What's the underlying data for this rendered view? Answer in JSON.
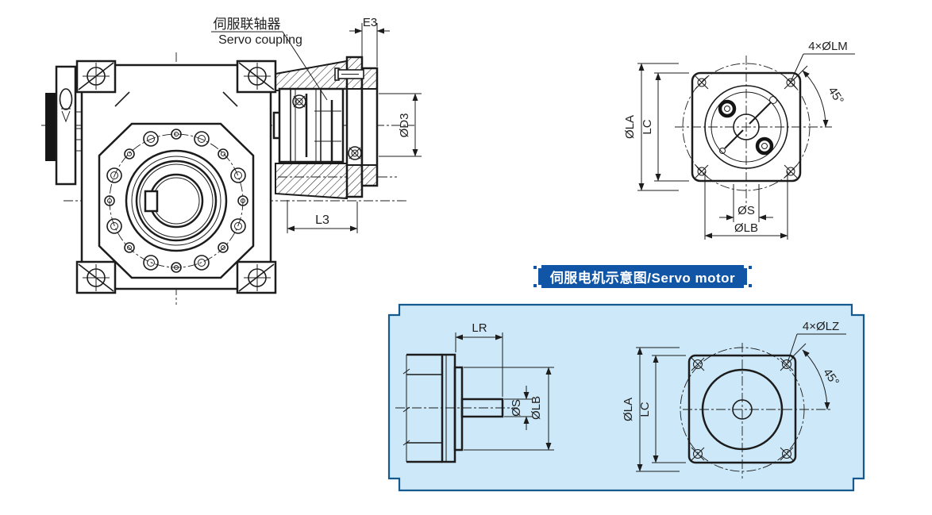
{
  "colors": {
    "line": "#1c1c1c",
    "badge_bg": "#1155a6",
    "badge_text": "#ffffff",
    "panel_bg": "#cde8f8",
    "panel_border": "#16598f"
  },
  "gearbox_view": {
    "coupling_callout_zh": "伺服联轴器",
    "coupling_callout_en": "Servo coupling",
    "dims": {
      "e3": "E3",
      "d3": "ØD3",
      "l3": "L3"
    }
  },
  "adapter_flange_view": {
    "dims": {
      "holes": "4×ØLM",
      "angle": "45°",
      "la": "ØLA",
      "lc": "LC",
      "s": "ØS",
      "lb": "ØLB"
    }
  },
  "servo_motor_section": {
    "badge_label": "伺服电机示意图/Servo motor",
    "side_view": {
      "dims": {
        "lr": "LR",
        "s": "ØS",
        "lb": "ØLB"
      }
    },
    "front_view": {
      "dims": {
        "holes": "4×ØLZ",
        "angle": "45°",
        "la": "ØLA",
        "lc": "LC"
      }
    }
  }
}
